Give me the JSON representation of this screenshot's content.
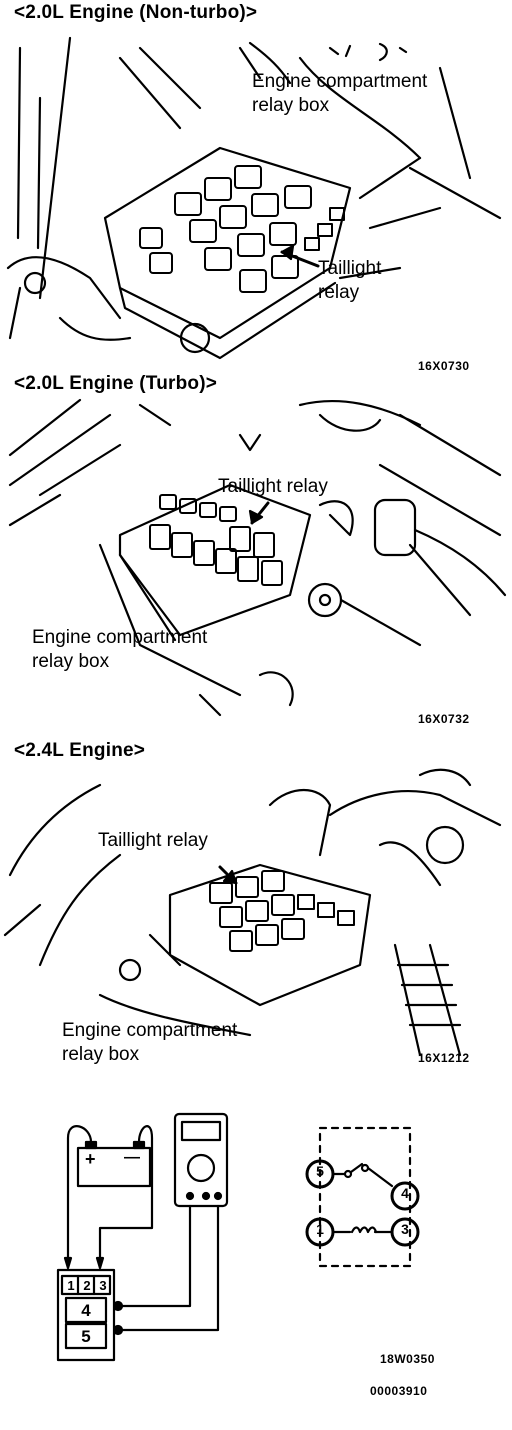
{
  "sections": [
    {
      "heading": "<2.0L Engine (Non-turbo)>",
      "labels": {
        "relay_box": [
          "Engine compartment",
          "relay box"
        ],
        "taillight": [
          "Taillight",
          "relay"
        ]
      },
      "code": "16X0730"
    },
    {
      "heading": "<2.0L Engine (Turbo)>",
      "labels": {
        "taillight": [
          "Taillight relay"
        ],
        "relay_box": [
          "Engine compartment",
          "relay box"
        ]
      },
      "code": "16X0732"
    },
    {
      "heading": "<2.4L Engine>",
      "labels": {
        "taillight": [
          "Taillight relay"
        ],
        "relay_box": [
          "Engine compartment",
          "relay box"
        ]
      },
      "code": "16X1212"
    }
  ],
  "test_diagram": {
    "battery_plus": "+",
    "battery_minus": "—",
    "relay_top_terminals": [
      "1",
      "2",
      "3"
    ],
    "relay_terminal_4": "4",
    "relay_terminal_5": "5",
    "schematic_terminals": [
      "5",
      "4",
      "1",
      "3"
    ],
    "code_a": "18W0350",
    "code_b": "00003910"
  },
  "icons": [
    "battery-icon",
    "multimeter-icon",
    "relay-icon",
    "relay-schematic-icon"
  ]
}
